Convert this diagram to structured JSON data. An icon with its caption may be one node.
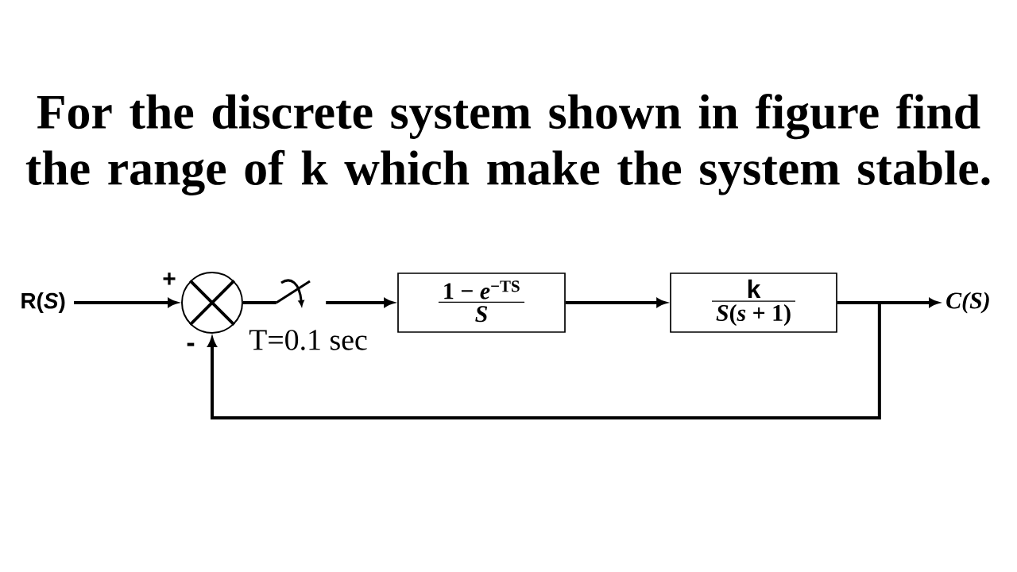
{
  "diagram": {
    "title": "For the discrete system shown in figure find the range of k which make the system stable.",
    "nodes": [
      {
        "text": [
          "R(*S*)"
        ]
      },
      {
        "text": [],
        "shape": "circle",
        "beside": [
          "+",
          "-"
        ]
      },
      {
        "text": [],
        "shape": "switch"
      },
      {
        "text": [
          "1 − *e*$^{−TS}$",
          "S"
        ]
      },
      {
        "text": [
          "k",
          "*S*(*s* + 1)"
        ]
      },
      {
        "text": [
          "C(S)"
        ]
      }
    ],
    "edges": [
      {
        "from": 0,
        "to": 1,
        "arrow": "to"
      },
      {
        "from": 1,
        "to": 2,
        "arrow": "none"
      },
      {
        "from": 2,
        "to": 3,
        "arrow": "to"
      },
      {
        "from": 3,
        "to": 4,
        "arrow": "to"
      },
      {
        "from": 4,
        "to": 5,
        "arrow": "to"
      },
      {
        "from": 4,
        "to": 1,
        "arrow": "to"
      }
    ],
    "labels": [
      "T=0.1 sec"
    ]
  }
}
